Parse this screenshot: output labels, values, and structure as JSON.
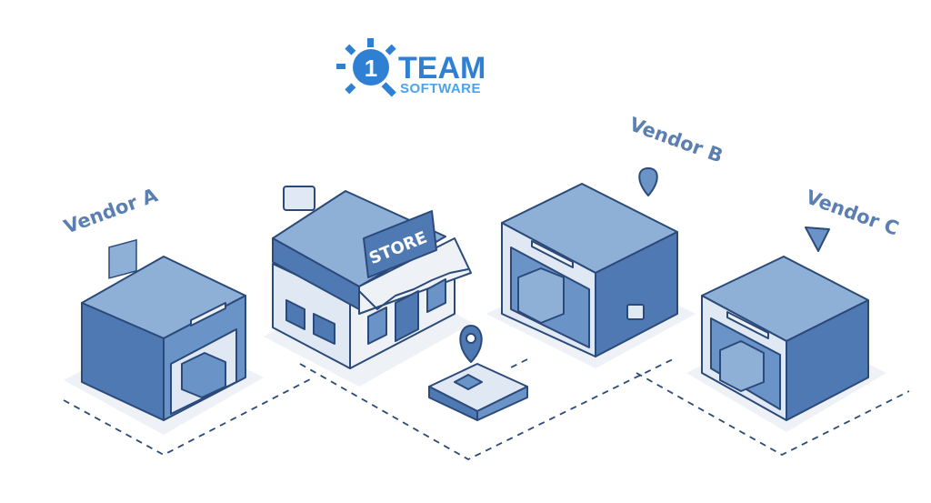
{
  "logo": {
    "number": "1",
    "line1": "TEAM",
    "line2": "SOFTWARE"
  },
  "vendors": [
    {
      "label": "Vendor A"
    },
    {
      "label": "Vendor B"
    },
    {
      "label": "Vendor C"
    }
  ],
  "store": {
    "sign": "STORE"
  },
  "colors": {
    "outline": "#2b4a7a",
    "top": "#8fb0d6",
    "front": "#4f79b3",
    "side": "#6a93c8",
    "logo": "#2f7fd3"
  }
}
